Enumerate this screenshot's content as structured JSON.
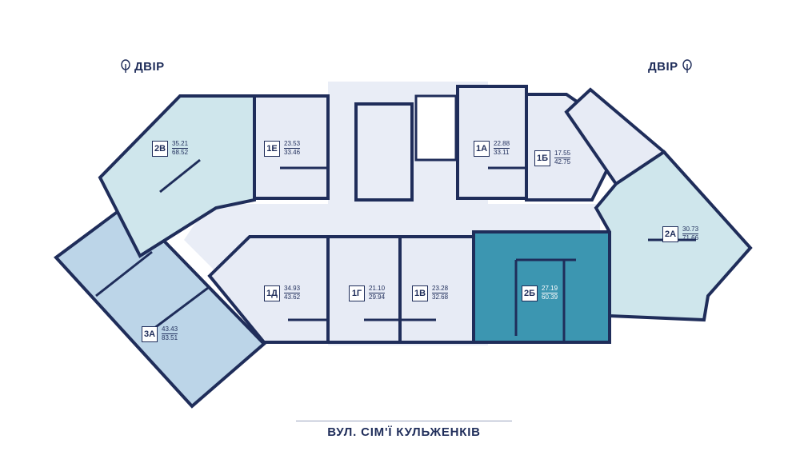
{
  "yard_left": "ДВІР",
  "yard_right": "ДВІР",
  "street_label": "ВУЛ. СІМ'Ї КУЛЬЖЕНКІВ",
  "colors": {
    "wall": "#1f2d5a",
    "common": "#e9edf6",
    "one_room": "#e7ebf5",
    "two_room": "#cfe6ec",
    "three_room": "#bcd5e8",
    "selected": "#3c96b1"
  },
  "apartments": {
    "a2v": {
      "code": "2В",
      "living": "35.21",
      "total": "68.52"
    },
    "a1e": {
      "code": "1Е",
      "living": "23.53",
      "total": "33.46"
    },
    "a1a": {
      "code": "1А",
      "living": "22.88",
      "total": "33.11"
    },
    "a1b": {
      "code": "1Б",
      "living": "17.55",
      "total": "42.75"
    },
    "a2a": {
      "code": "2А",
      "living": "30.73",
      "total": "71.66"
    },
    "a1d": {
      "code": "1Д",
      "living": "34.93",
      "total": "43.62"
    },
    "a1g": {
      "code": "1Г",
      "living": "21.10",
      "total": "29.94"
    },
    "a1v": {
      "code": "1В",
      "living": "23.28",
      "total": "32.68"
    },
    "a2b": {
      "code": "2Б",
      "living": "27.19",
      "total": "60.39"
    },
    "a3a": {
      "code": "3А",
      "living": "43.43",
      "total": "83.51"
    }
  },
  "selected_apartment": "2Б"
}
